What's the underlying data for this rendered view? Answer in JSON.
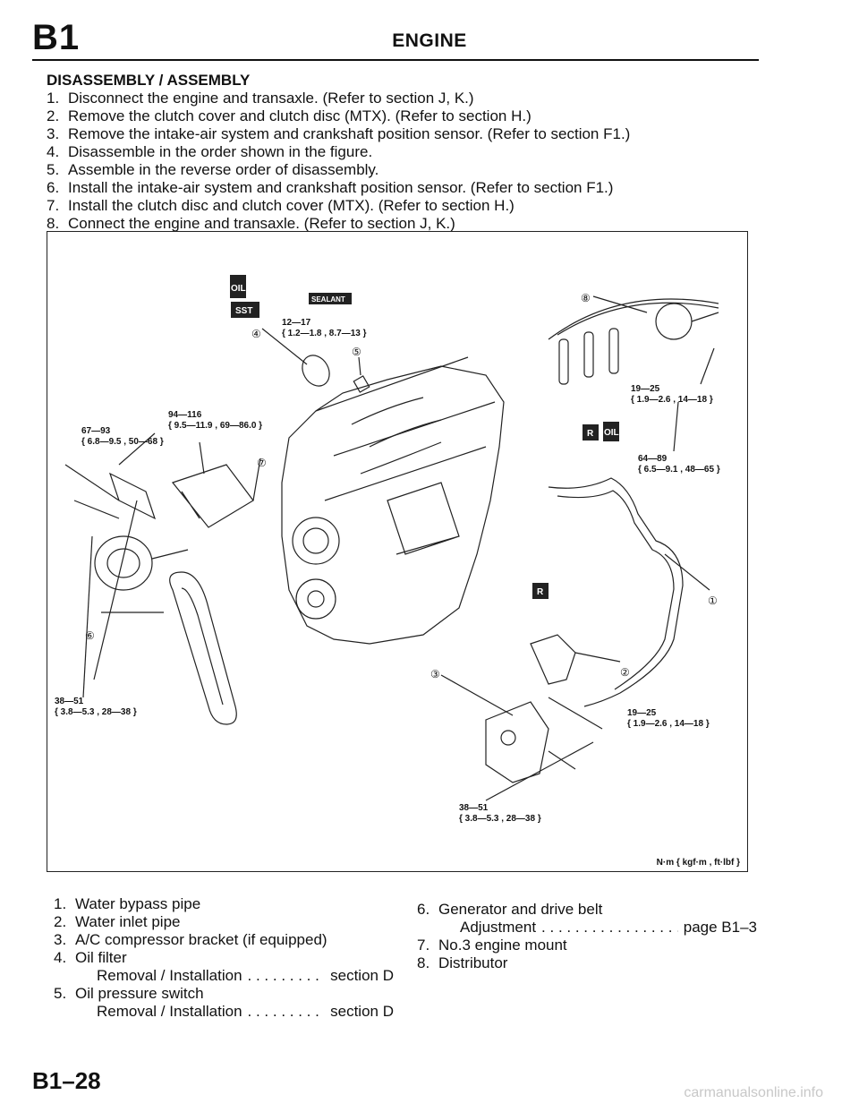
{
  "header": {
    "code": "B1",
    "title": "ENGINE"
  },
  "section_title": "DISASSEMBLY / ASSEMBLY",
  "steps": [
    {
      "n": "1.",
      "text": "Disconnect the engine and transaxle. (Refer to section J, K.)"
    },
    {
      "n": "2.",
      "text": "Remove the clutch cover and clutch disc (MTX). (Refer to section H.)"
    },
    {
      "n": "3.",
      "text": "Remove the intake-air system and crankshaft position sensor. (Refer to section F1.)"
    },
    {
      "n": "4.",
      "text": "Disassemble in the order shown in the figure."
    },
    {
      "n": "5.",
      "text": "Assemble in the reverse order of disassembly."
    },
    {
      "n": "6.",
      "text": "Install the intake-air system and crankshaft position sensor. (Refer to section F1.)"
    },
    {
      "n": "7.",
      "text": "Install the clutch disc and clutch cover (MTX). (Refer to section H.)"
    },
    {
      "n": "8.",
      "text": "Connect the engine and transaxle. (Refer to section J, K.)"
    }
  ],
  "figure": {
    "badges": {
      "oil": "OIL",
      "sst": "SST",
      "sealant": "SEALANT",
      "r": "R"
    },
    "callouts": [
      "①",
      "②",
      "③",
      "④",
      "⑤",
      "⑥",
      "⑦",
      "⑧"
    ],
    "torques": {
      "t1a": "12—17",
      "t1b": "{ 1.2—1.8 , 8.7—13 }",
      "t2a": "94—116",
      "t2b": "{ 9.5—11.9 , 69—86.0 }",
      "t3a": "67—93",
      "t3b": "{ 6.8—9.5 , 50—68 }",
      "t4a": "19—25",
      "t4b": "{ 1.9—2.6 , 14—18 }",
      "t5a": "64—89",
      "t5b": "{ 6.5—9.1 , 48—65 }",
      "t6a": "38—51",
      "t6b": "{ 3.8—5.3 , 28—38 }",
      "t7a": "19—25",
      "t7b": "{ 1.9—2.6 , 14—18 }",
      "t8a": "38—51",
      "t8b": "{ 3.8—5.3 , 28—38 }"
    },
    "units": "N·m { kgf·m , ft·lbf }"
  },
  "legend_left": [
    {
      "n": "1.",
      "text": "Water bypass pipe"
    },
    {
      "n": "2.",
      "text": "Water inlet pipe"
    },
    {
      "n": "3.",
      "text": "A/C compressor bracket (if equipped)"
    },
    {
      "n": "4.",
      "text": "Oil filter",
      "sub_label": "Removal / Installation",
      "sub_ref": "section D"
    },
    {
      "n": "5.",
      "text": "Oil pressure switch",
      "sub_label": "Removal / Installation",
      "sub_ref": "section D"
    }
  ],
  "legend_right": [
    {
      "n": "6.",
      "text": "Generator and drive belt",
      "sub_label": "Adjustment",
      "sub_ref": "page B1–3"
    },
    {
      "n": "7.",
      "text": "No.3 engine mount"
    },
    {
      "n": "8.",
      "text": "Distributor"
    }
  ],
  "footer": {
    "page": "B1–28",
    "watermark": "carmanualsonline.info"
  }
}
